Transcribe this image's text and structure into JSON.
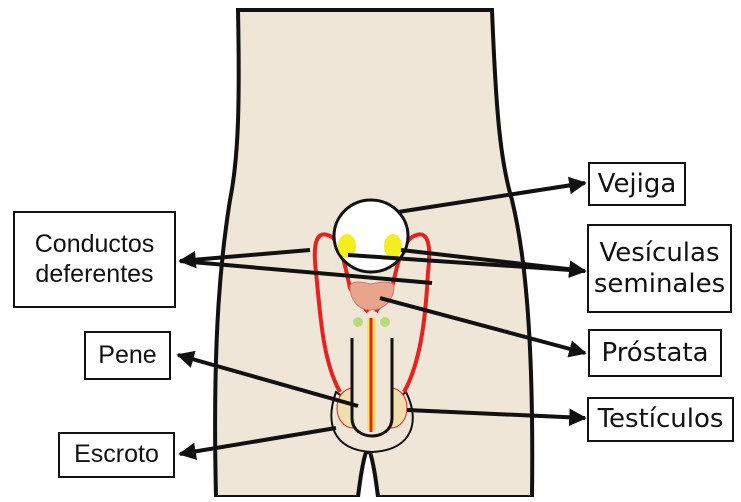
{
  "labels": {
    "conductos_line1": "Conductos",
    "conductos_line2": "deferentes",
    "pene": "Pene",
    "escroto": "Escroto",
    "vejiga": "Vejiga",
    "vesiculas_line1": "Vesículas",
    "vesiculas_line2": "seminales",
    "prostata": "Próstata",
    "testiculos": "Testículos"
  },
  "colors": {
    "body": "#efe6d8",
    "outline": "#111111",
    "ducts": "#e8211d",
    "vesicles": "#f4ee1e",
    "prostate": "#e8a58c",
    "testes": "#f2dfae",
    "urethra": "#f8e55a",
    "glands": "#b9dc7a",
    "bladder": "#ffffff"
  }
}
